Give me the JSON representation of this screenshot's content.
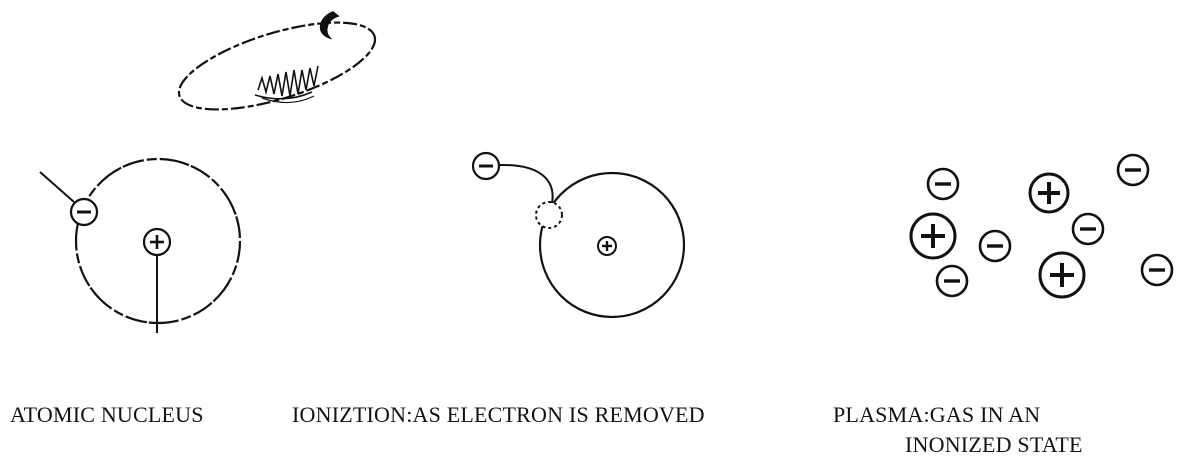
{
  "captions": {
    "atomic_nucleus": "ATOMIC NUCLEUS",
    "ionization": "IONIZTION:AS ELECTRON IS REMOVED",
    "plasma_line1": "PLASMA:GAS IN AN",
    "plasma_line2": "INONIZED STATE"
  },
  "colors": {
    "ink": "#111111",
    "background": "#ffffff"
  },
  "icons": {
    "electron": "minus-circle",
    "proton": "plus-circle"
  }
}
